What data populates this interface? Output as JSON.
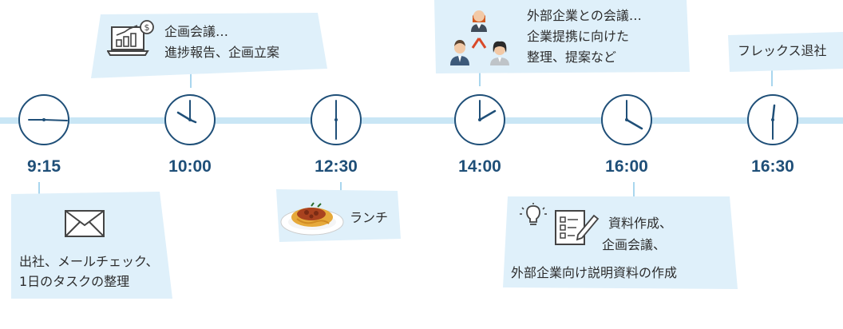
{
  "colors": {
    "timeline": "#c9e6f5",
    "card": "#dff0fa",
    "clock_stroke": "#1f4f78",
    "time_text": "#1f4f78"
  },
  "times": [
    "9:15",
    "10:00",
    "12:30",
    "14:00",
    "16:00",
    "16:30"
  ],
  "cards": {
    "c915": {
      "line1": "出社、メールチェック、",
      "line2": "1日のタスクの整理"
    },
    "c1000": {
      "line1": "企画会議…",
      "line2": "進捗報告、企画立案"
    },
    "c1230": {
      "line1": "ランチ"
    },
    "c1400": {
      "line1": "外部企業との会議…",
      "line2": "企業提携に向けた",
      "line3": "整理、提案など"
    },
    "c1600": {
      "line1": "資料作成、",
      "line2": "企画会議、",
      "line3": "外部企業向け説明資料の作成"
    },
    "c1630": {
      "line1": "フレックス退社"
    }
  },
  "icons": {
    "c915": "envelope-icon",
    "c1000": "laptop-chart-icon",
    "c1230": "pasta-dish-icon",
    "c1400": "business-people-icon",
    "c1600": "idea-document-icon"
  }
}
